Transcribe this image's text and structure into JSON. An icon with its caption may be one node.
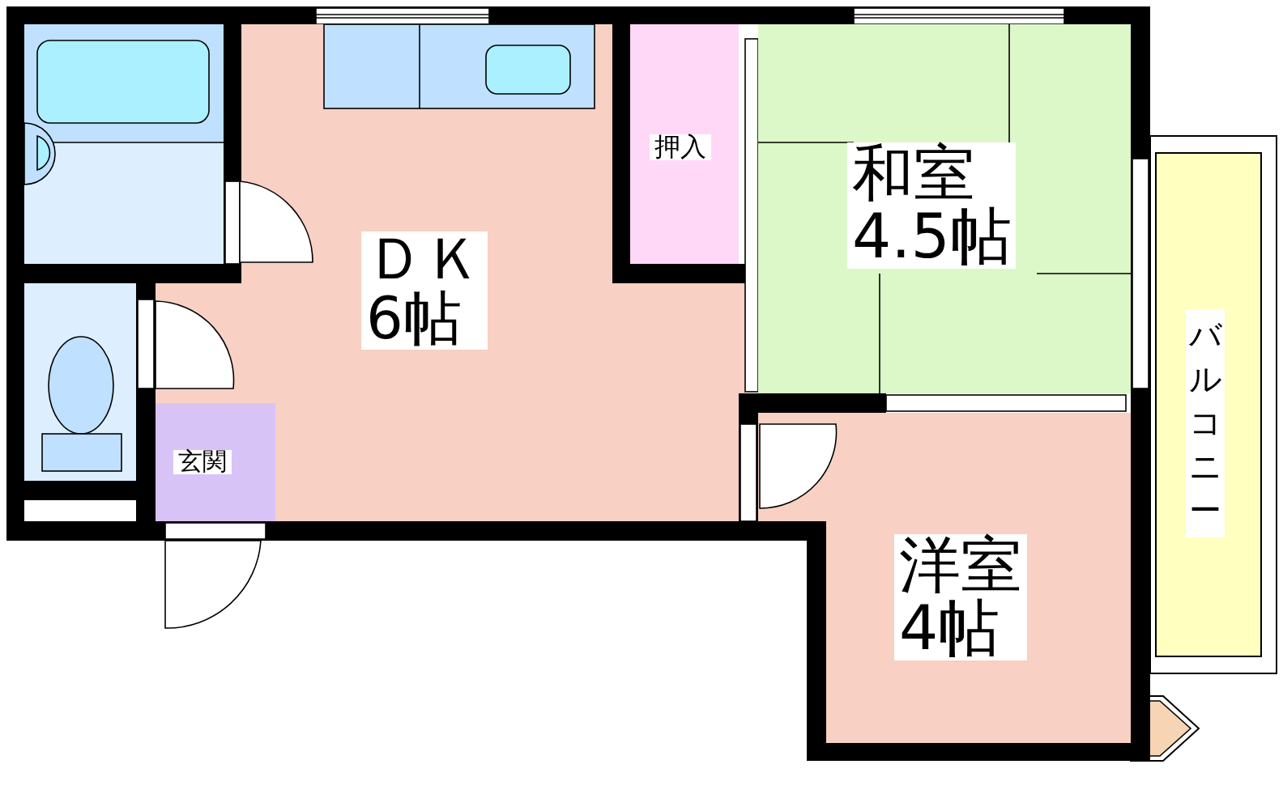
{
  "diagram": {
    "nodes": [
      {
        "text": [
          "押入"
        ]
      },
      {
        "text": [
          "和室",
          "4.5帖"
        ]
      },
      {
        "text": [
          "ＤＫ",
          "6帖"
        ]
      },
      {
        "text": [
          "玄関"
        ]
      },
      {
        "text": [
          "洋室",
          "4帖"
        ]
      },
      {
        "text": [
          "バルコニー"
        ]
      }
    ]
  }
}
